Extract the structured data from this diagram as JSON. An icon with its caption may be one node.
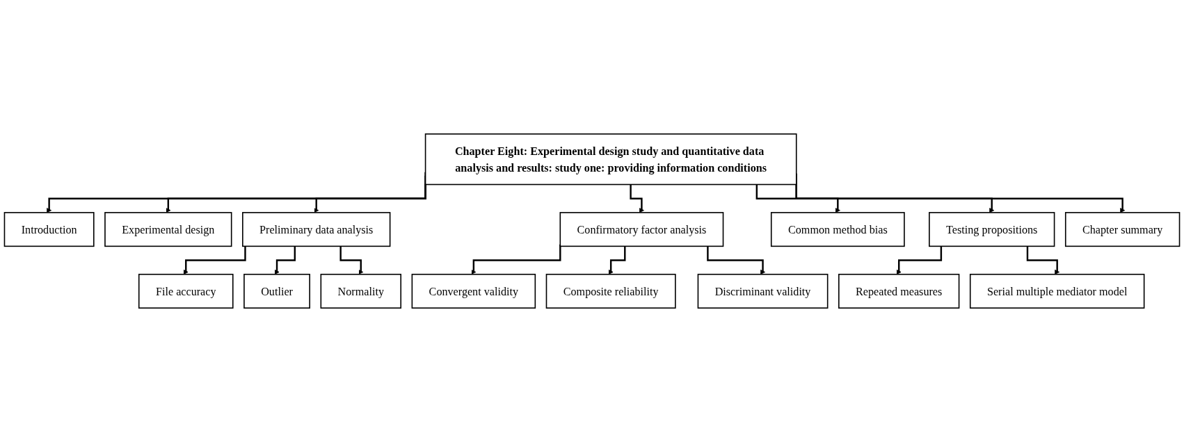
{
  "diagram": {
    "nodes": [
      {
        "text": [
          "Chapter Eight: Experimental design study and quantitative data analysis and results: study one: providing information conditions"
        ]
      },
      {
        "text": [
          "Introduction"
        ]
      },
      {
        "text": [
          "Experimental design"
        ]
      },
      {
        "text": [
          "Preliminary data analysis"
        ]
      },
      {
        "text": [
          "Confirmatory factor analysis"
        ]
      },
      {
        "text": [
          "Common method bias"
        ]
      },
      {
        "text": [
          "Testing propositions"
        ]
      },
      {
        "text": [
          "Chapter summary"
        ]
      },
      {
        "text": [
          "File accuracy"
        ]
      },
      {
        "text": [
          "Outlier"
        ]
      },
      {
        "text": [
          "Normality"
        ]
      },
      {
        "text": [
          "Convergent validity"
        ]
      },
      {
        "text": [
          "Composite reliability"
        ]
      },
      {
        "text": [
          "Discriminant validity"
        ]
      },
      {
        "text": [
          "Repeated measures"
        ]
      },
      {
        "text": [
          "Serial multiple mediator model"
        ]
      }
    ],
    "edges": [
      {
        "from": 0,
        "to": 1,
        "arrow": "to"
      },
      {
        "from": 0,
        "to": 2,
        "arrow": "to"
      },
      {
        "from": 0,
        "to": 3,
        "arrow": "to"
      },
      {
        "from": 0,
        "to": 4,
        "arrow": "to"
      },
      {
        "from": 0,
        "to": 5,
        "arrow": "to"
      },
      {
        "from": 0,
        "to": 6,
        "arrow": "to"
      },
      {
        "from": 0,
        "to": 7,
        "arrow": "to"
      },
      {
        "from": 3,
        "to": 8,
        "arrow": "to"
      },
      {
        "from": 3,
        "to": 9,
        "arrow": "to"
      },
      {
        "from": 3,
        "to": 10,
        "arrow": "to"
      },
      {
        "from": 4,
        "to": 11,
        "arrow": "to"
      },
      {
        "from": 4,
        "to": 12,
        "arrow": "to"
      },
      {
        "from": 4,
        "to": 13,
        "arrow": "to"
      },
      {
        "from": 6,
        "to": 14,
        "arrow": "to"
      },
      {
        "from": 6,
        "to": 15,
        "arrow": "to"
      }
    ]
  }
}
